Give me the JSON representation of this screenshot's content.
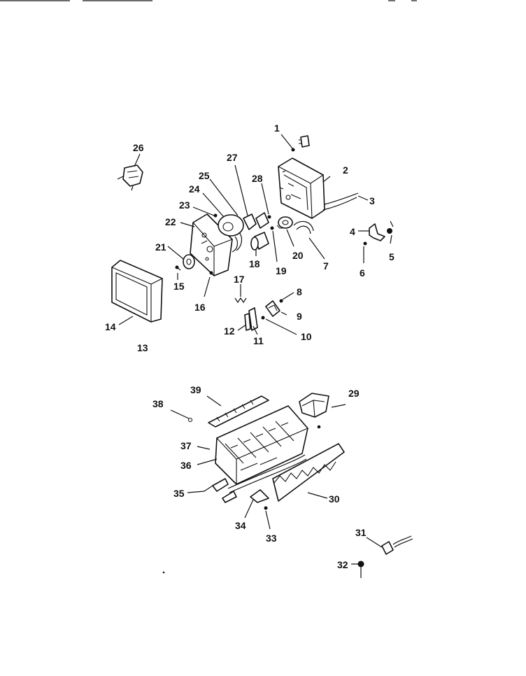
{
  "diagram": {
    "part_labels": [
      {
        "id": "1",
        "text": "1"
      },
      {
        "id": "2",
        "text": "2"
      },
      {
        "id": "3",
        "text": "3"
      },
      {
        "id": "4",
        "text": "4"
      },
      {
        "id": "5",
        "text": "5"
      },
      {
        "id": "6",
        "text": "6"
      },
      {
        "id": "7",
        "text": "7"
      },
      {
        "id": "8",
        "text": "8"
      },
      {
        "id": "9",
        "text": "9"
      },
      {
        "id": "10",
        "text": "10"
      },
      {
        "id": "11",
        "text": "11"
      },
      {
        "id": "12",
        "text": "12"
      },
      {
        "id": "13",
        "text": "13"
      },
      {
        "id": "14",
        "text": "14"
      },
      {
        "id": "15",
        "text": "15"
      },
      {
        "id": "16",
        "text": "16"
      },
      {
        "id": "17",
        "text": "17"
      },
      {
        "id": "18",
        "text": "18"
      },
      {
        "id": "19",
        "text": "19"
      },
      {
        "id": "20",
        "text": "20"
      },
      {
        "id": "21",
        "text": "21"
      },
      {
        "id": "22",
        "text": "22"
      },
      {
        "id": "23",
        "text": "23"
      },
      {
        "id": "24",
        "text": "24"
      },
      {
        "id": "25",
        "text": "25"
      },
      {
        "id": "26",
        "text": "26"
      },
      {
        "id": "27",
        "text": "27"
      },
      {
        "id": "28",
        "text": "28"
      },
      {
        "id": "29",
        "text": "29"
      },
      {
        "id": "30",
        "text": "30"
      },
      {
        "id": "31",
        "text": "31"
      },
      {
        "id": "32",
        "text": "32"
      },
      {
        "id": "33",
        "text": "33"
      },
      {
        "id": "34",
        "text": "34"
      },
      {
        "id": "35",
        "text": "35"
      },
      {
        "id": "36",
        "text": "36"
      },
      {
        "id": "37",
        "text": "37"
      },
      {
        "id": "38",
        "text": "38"
      },
      {
        "id": "39",
        "text": "39"
      }
    ],
    "colors": {
      "line": "#111111",
      "background": "#ffffff"
    }
  }
}
